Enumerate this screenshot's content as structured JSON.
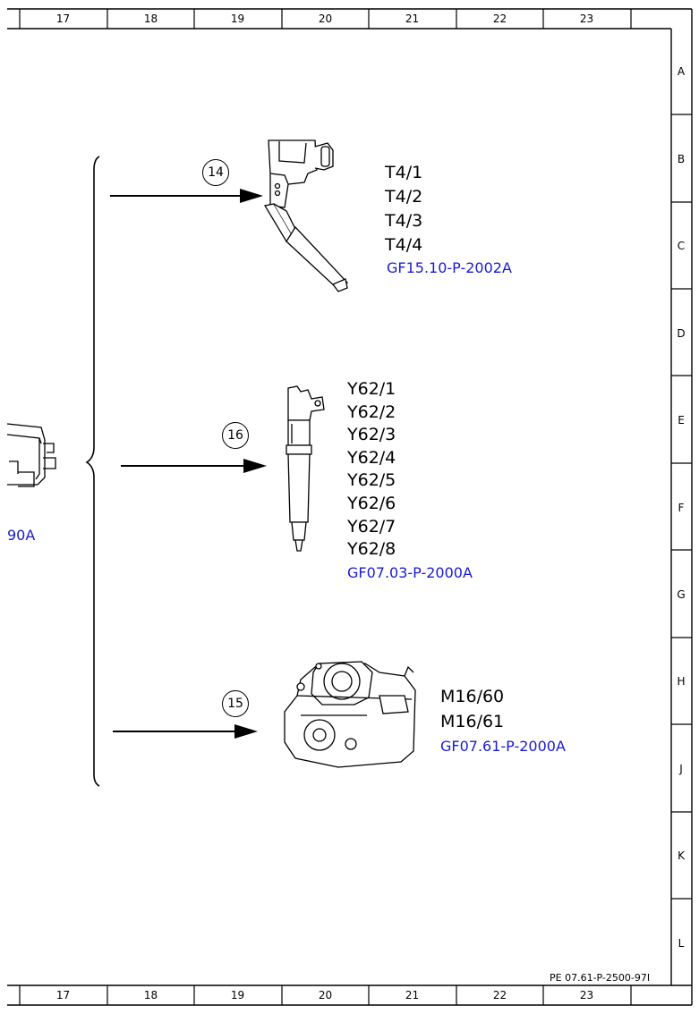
{
  "frame": {
    "columns": [
      "17",
      "18",
      "19",
      "20",
      "21",
      "22",
      "23"
    ],
    "rows": [
      "A",
      "B",
      "C",
      "D",
      "E",
      "F",
      "G",
      "H",
      "J",
      "K",
      "L"
    ],
    "document_id": "PE 07.61-P-2500-97I"
  },
  "left_partial_reference": "90A",
  "components": [
    {
      "callout": "14",
      "codes": [
        "T4/1",
        "T4/2",
        "T4/3",
        "T4/4"
      ],
      "reference": "GF15.10-P-2002A"
    },
    {
      "callout": "16",
      "codes": [
        "Y62/1",
        "Y62/2",
        "Y62/3",
        "Y62/4",
        "Y62/5",
        "Y62/6",
        "Y62/7",
        "Y62/8"
      ],
      "reference": "GF07.03-P-2000A"
    },
    {
      "callout": "15",
      "codes": [
        "M16/60",
        "M16/61"
      ],
      "reference": "GF07.61-P-2000A"
    }
  ],
  "colors": {
    "line": "#000000",
    "reference_link": "#1a1ad0",
    "background": "#ffffff"
  }
}
